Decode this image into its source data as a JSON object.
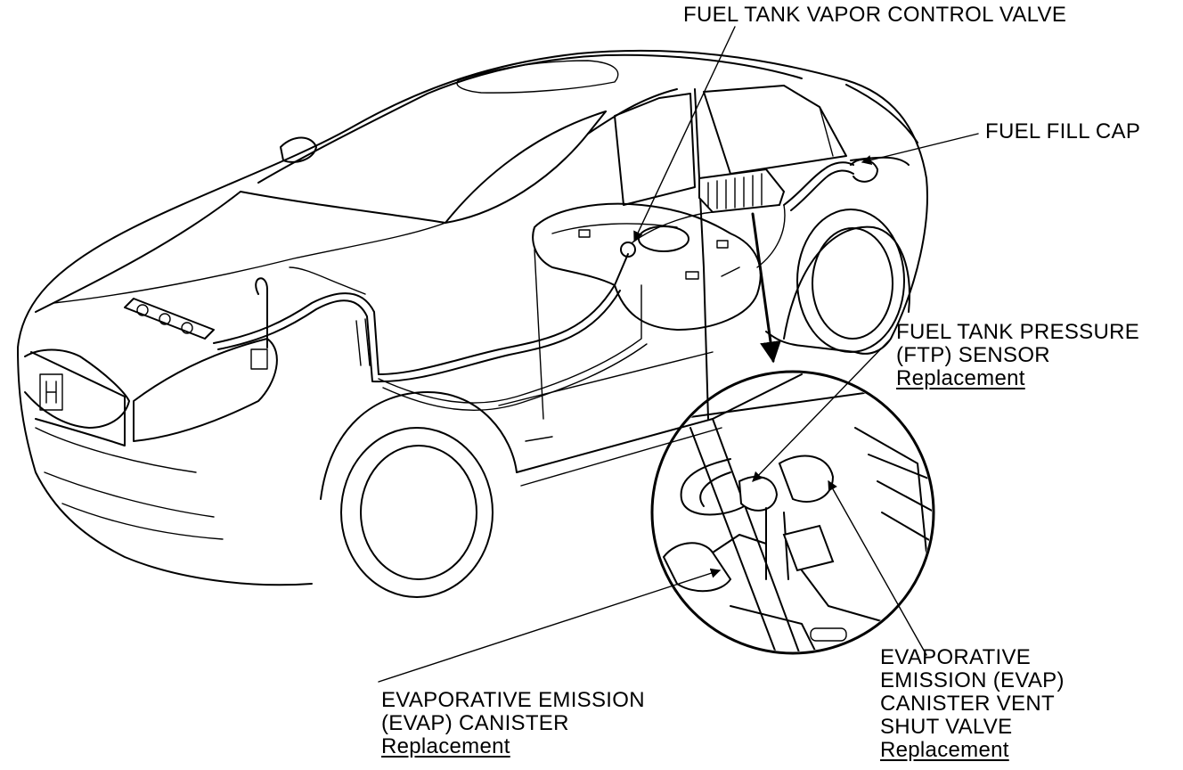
{
  "callouts": {
    "vapor_valve": {
      "line1": "FUEL TANK VAPOR CONTROL VALVE"
    },
    "fill_cap": {
      "line1": "FUEL FILL CAP"
    },
    "ftp_sensor": {
      "line1": "FUEL TANK PRESSURE",
      "line2": "(FTP) SENSOR",
      "link": "Replacement"
    },
    "evap_canister": {
      "line1": "EVAPORATIVE EMISSION",
      "line2": "(EVAP) CANISTER",
      "link": "Replacement"
    },
    "vent_shut_valve": {
      "line1": "EVAPORATIVE",
      "line2": "EMISSION (EVAP)",
      "line3": "CANISTER VENT",
      "line4": "SHUT VALVE",
      "link": "Replacement"
    }
  }
}
